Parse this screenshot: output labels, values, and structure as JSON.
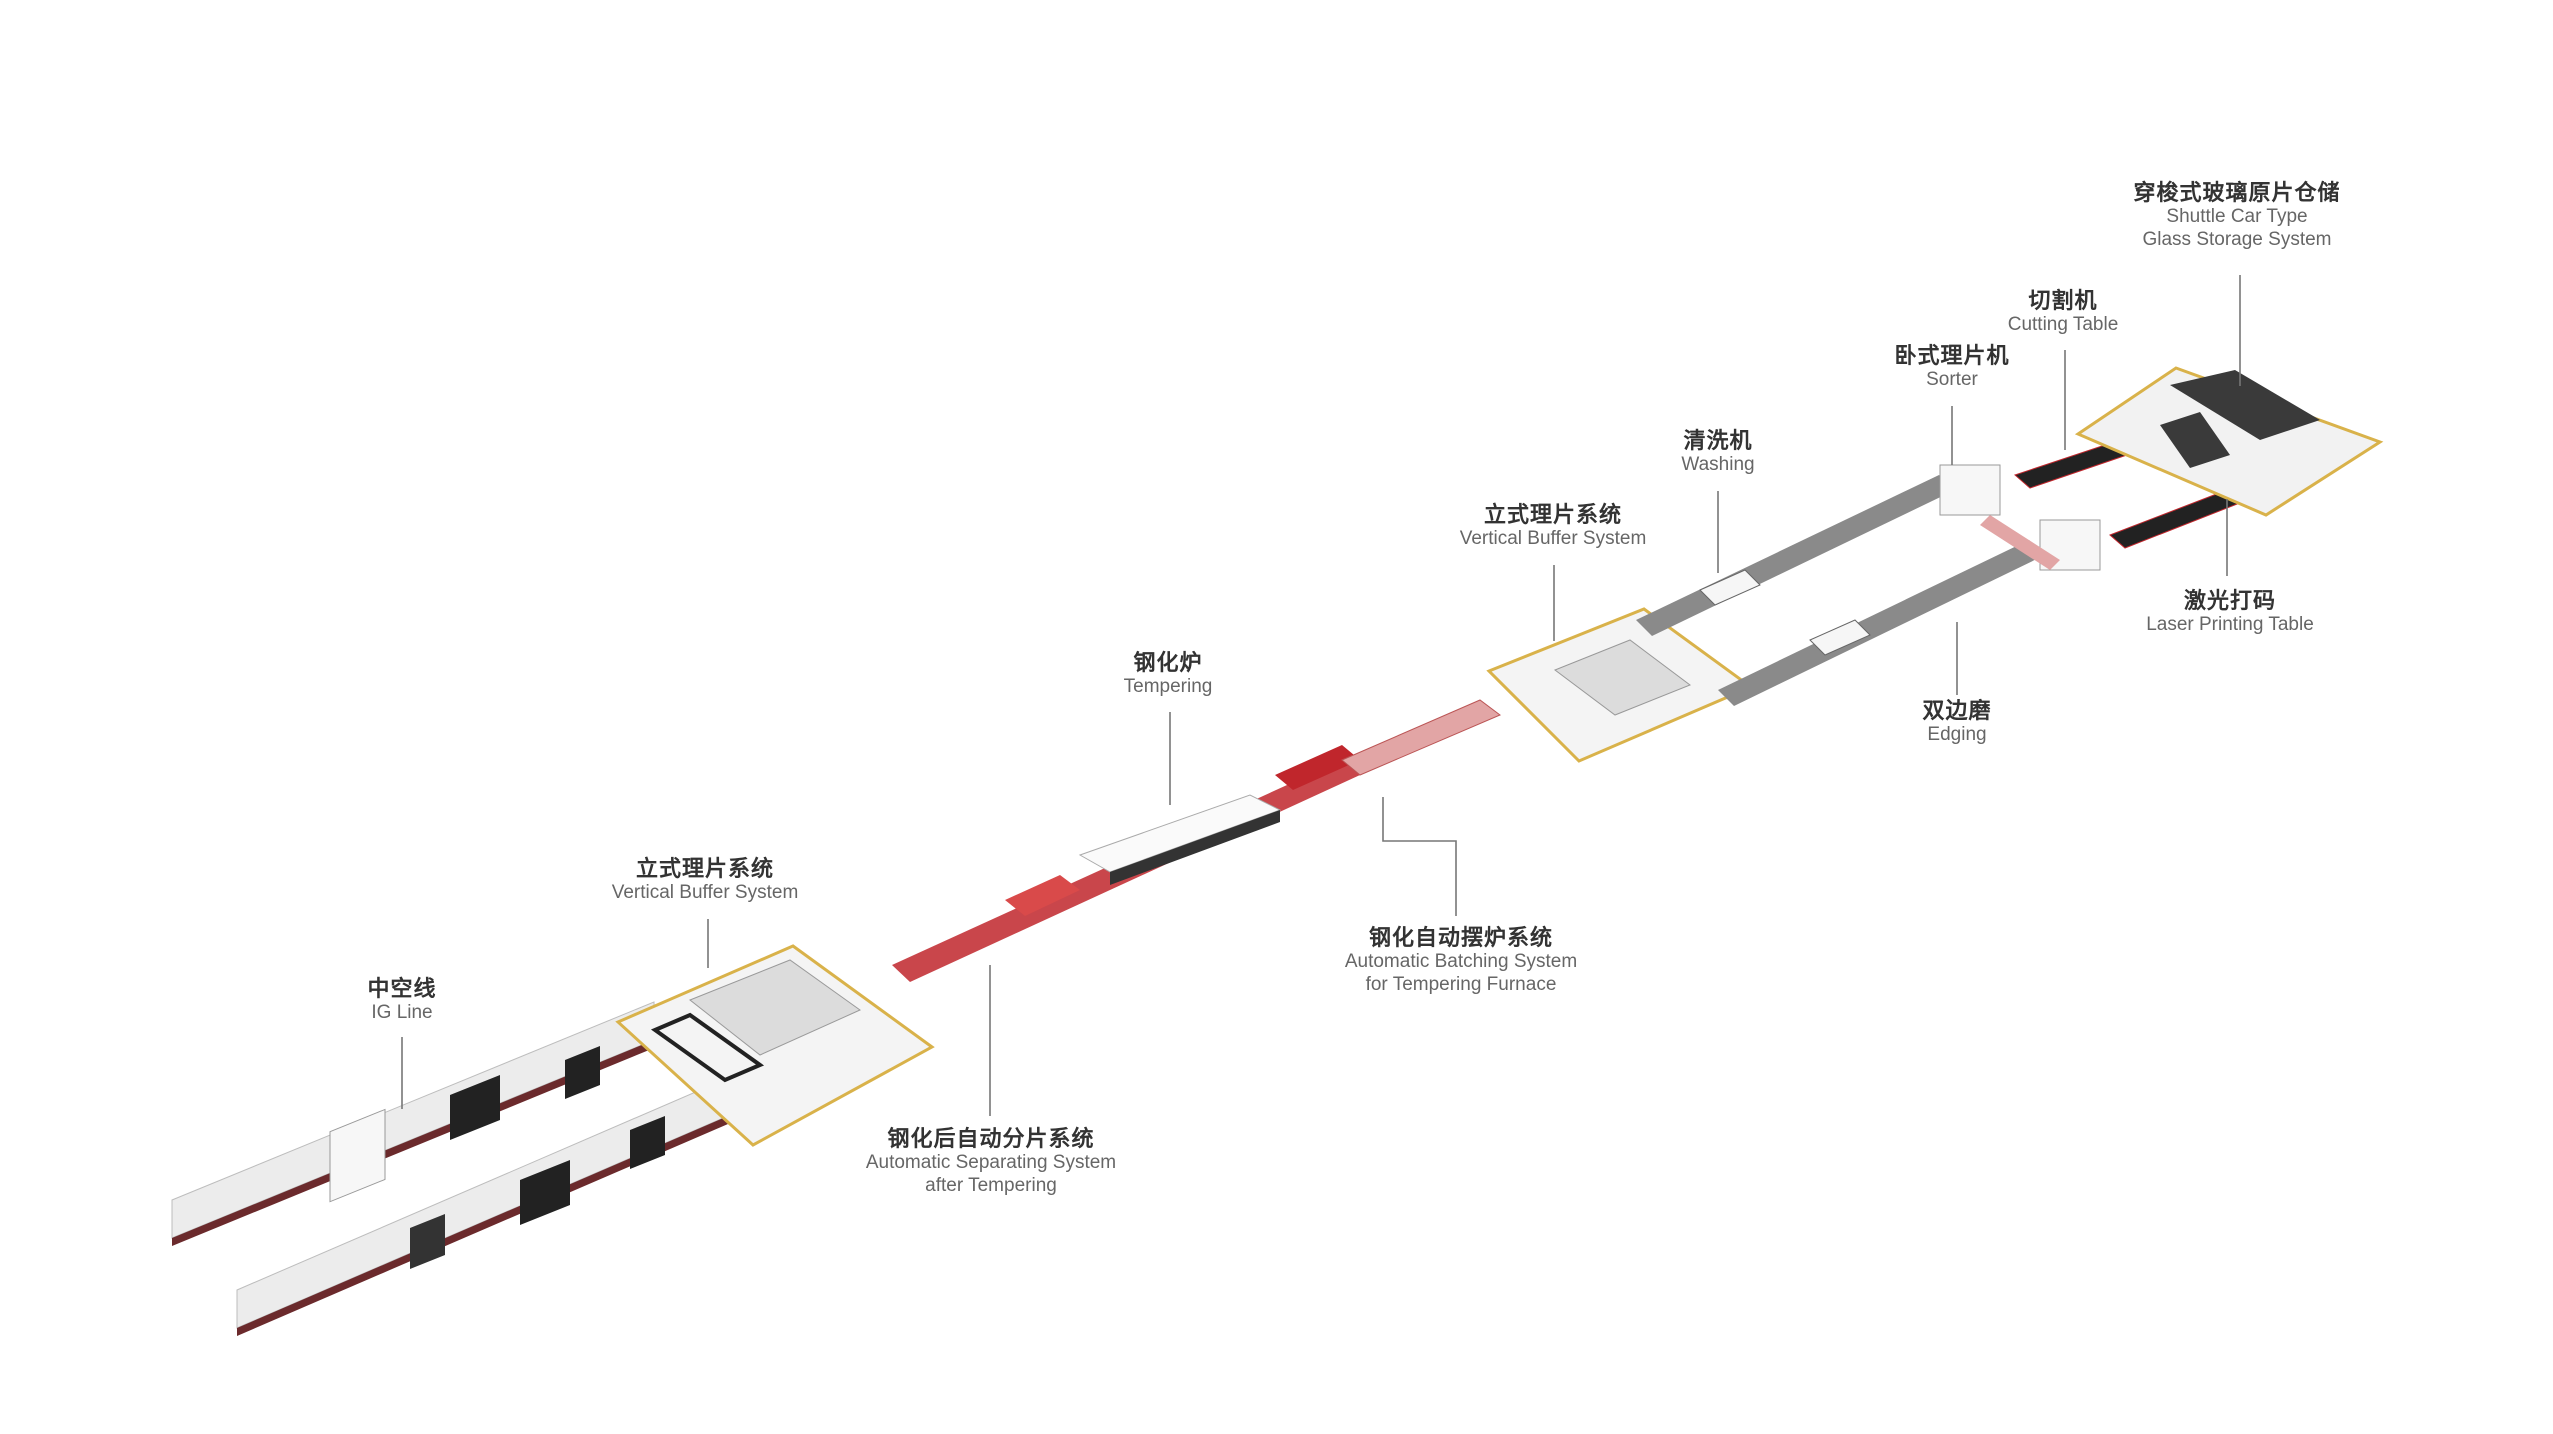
{
  "colors": {
    "accent_red": "#c0262c",
    "frame_yellow": "#d9b24a",
    "machine_white": "#f2f2f2",
    "machine_dark": "#2a2a2a",
    "label_cn": "#333333",
    "label_en": "#666666"
  },
  "labels": {
    "storage": {
      "cn": "穿梭式玻璃原片仓储",
      "en1": "Shuttle Car Type",
      "en2": "Glass Storage System"
    },
    "cutting": {
      "cn": "切割机",
      "en1": "Cutting Table"
    },
    "sorter": {
      "cn": "卧式理片机",
      "en1": "Sorter"
    },
    "washing": {
      "cn": "清洗机",
      "en1": "Washing"
    },
    "buffer_top": {
      "cn": "立式理片系统",
      "en1": "Vertical Buffer System"
    },
    "laser": {
      "cn": "激光打码",
      "en1": "Laser Printing Table"
    },
    "edging": {
      "cn": "双边磨",
      "en1": "Edging"
    },
    "tempering": {
      "cn": "钢化炉",
      "en1": "Tempering"
    },
    "batching": {
      "cn": "钢化自动摆炉系统",
      "en1": "Automatic Batching System",
      "en2": "for Tempering Furnace"
    },
    "buffer_bottom": {
      "cn": "立式理片系统",
      "en1": "Vertical Buffer System"
    },
    "ig_line": {
      "cn": "中空线",
      "en1": "IG Line"
    },
    "separating": {
      "cn": "钢化后自动分片系统",
      "en1": "Automatic Separating System",
      "en2": "after Tempering"
    }
  }
}
